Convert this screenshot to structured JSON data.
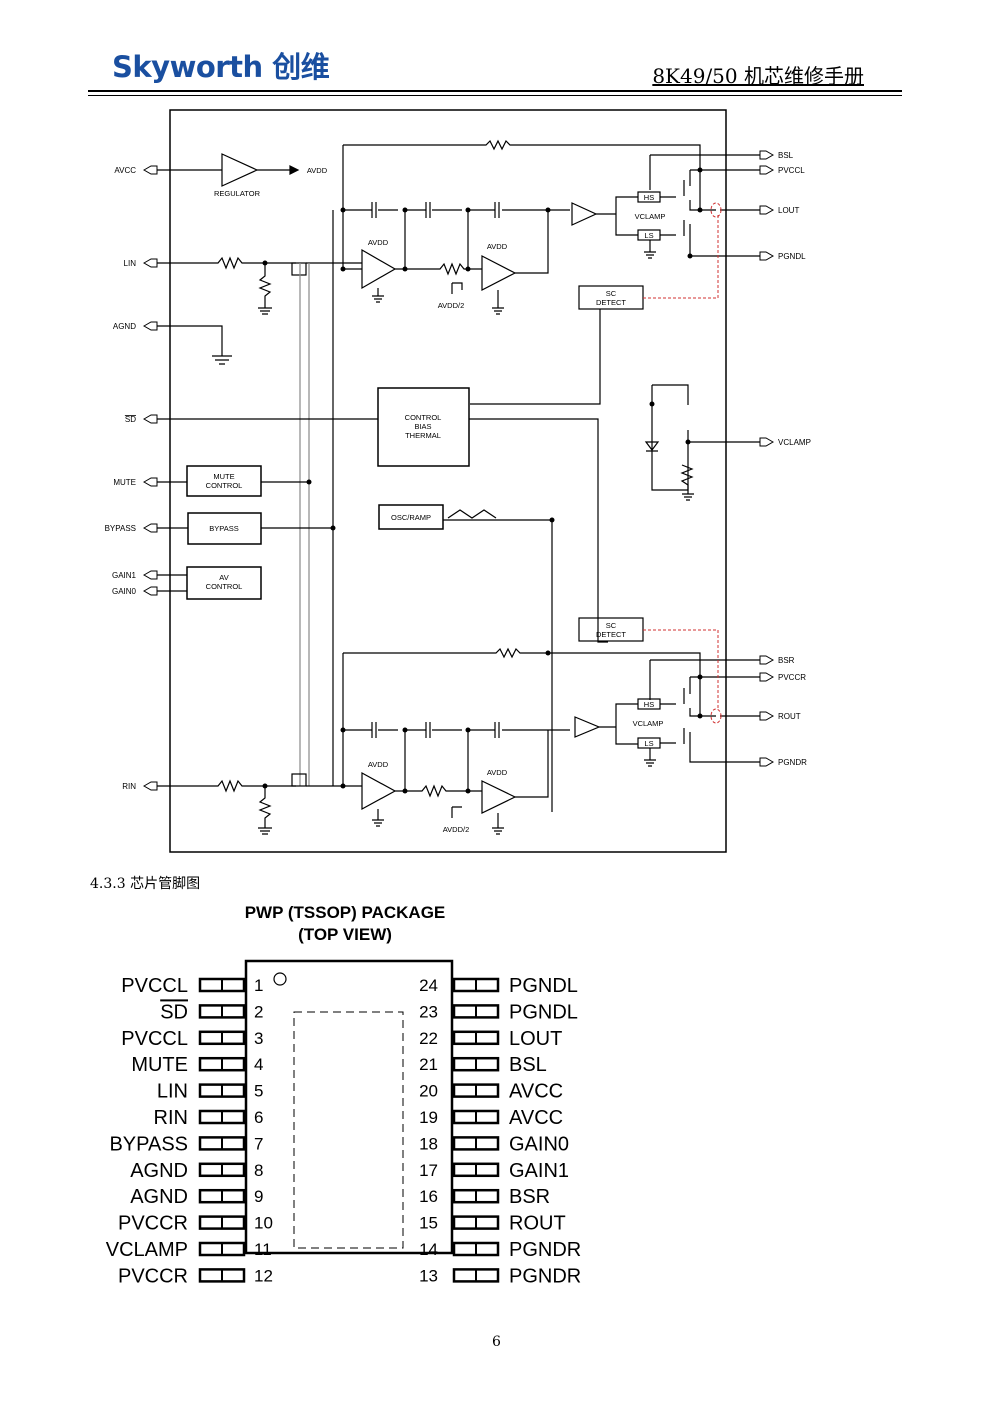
{
  "header": {
    "logo_text": "Skyworth 创维",
    "doc_title": "8K49/50 机芯维修手册"
  },
  "block_diagram": {
    "pins_left": {
      "avcc": "AVCC",
      "lin": "LIN",
      "agnd": "AGND",
      "sd": "SD",
      "mute": "MUTE",
      "bypass": "BYPASS",
      "gain1": "GAIN1",
      "gain0": "GAIN0",
      "rin": "RIN"
    },
    "pins_right": {
      "bsl": "BSL",
      "pvccl": "PVCCL",
      "lout": "LOUT",
      "pgndl": "PGNDL",
      "vclamp": "VCLAMP",
      "bsr": "BSR",
      "pvccr": "PVCCR",
      "rout": "ROUT",
      "pgndr": "PGNDR"
    },
    "blocks": {
      "regulator": "REGULATOR",
      "avdd_out": "AVDD",
      "control_lines": [
        "CONTROL",
        "BIAS",
        "THERMAL"
      ],
      "mute_lines": [
        "MUTE",
        "CONTROL"
      ],
      "bypass": "BYPASS",
      "av_lines": [
        "AV",
        "CONTROL"
      ],
      "osc": "OSC/RAMP",
      "sc_lines": [
        "SC",
        "DETECT"
      ],
      "hs": "HS",
      "ls": "LS",
      "vclamp": "VCLAMP",
      "avdd": "AVDD",
      "avdd_half": "AVDD/2"
    }
  },
  "section_heading": "4.3.3 芯片管脚图",
  "package": {
    "title_line1": "PWP (TSSOP) PACKAGE",
    "title_line2": "(TOP VIEW)",
    "left_pins": [
      {
        "num": "1",
        "name": "PVCCL"
      },
      {
        "num": "2",
        "name": "SD"
      },
      {
        "num": "3",
        "name": "PVCCL"
      },
      {
        "num": "4",
        "name": "MUTE"
      },
      {
        "num": "5",
        "name": "LIN"
      },
      {
        "num": "6",
        "name": "RIN"
      },
      {
        "num": "7",
        "name": "BYPASS"
      },
      {
        "num": "8",
        "name": "AGND"
      },
      {
        "num": "9",
        "name": "AGND"
      },
      {
        "num": "10",
        "name": "PVCCR"
      },
      {
        "num": "11",
        "name": "VCLAMP"
      },
      {
        "num": "12",
        "name": "PVCCR"
      }
    ],
    "right_pins": [
      {
        "num": "24",
        "name": "PGNDL"
      },
      {
        "num": "23",
        "name": "PGNDL"
      },
      {
        "num": "22",
        "name": "LOUT"
      },
      {
        "num": "21",
        "name": "BSL"
      },
      {
        "num": "20",
        "name": "AVCC"
      },
      {
        "num": "19",
        "name": "AVCC"
      },
      {
        "num": "18",
        "name": "GAIN0"
      },
      {
        "num": "17",
        "name": "GAIN1"
      },
      {
        "num": "16",
        "name": "BSR"
      },
      {
        "num": "15",
        "name": "ROUT"
      },
      {
        "num": "14",
        "name": "PGNDR"
      },
      {
        "num": "13",
        "name": "PGNDR"
      }
    ]
  },
  "page_number": "6",
  "colors": {
    "logo": "#1a4fa0",
    "sc_trace": "#d03030"
  }
}
